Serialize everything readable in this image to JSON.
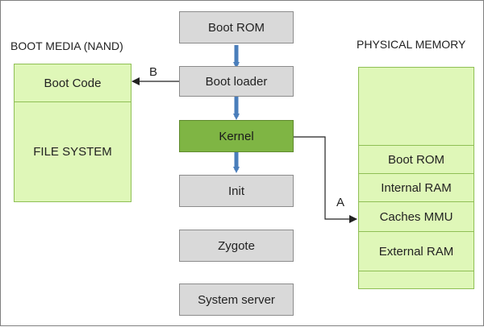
{
  "diagram": {
    "left_title": "BOOT MEDIA (NAND)",
    "right_title": "PHYSICAL MEMORY",
    "sequence": [
      {
        "key": "boot_rom",
        "label": "Boot ROM"
      },
      {
        "key": "boot_loader",
        "label": "Boot loader"
      },
      {
        "key": "kernel",
        "label": "Kernel"
      },
      {
        "key": "init",
        "label": "Init"
      },
      {
        "key": "zygote",
        "label": "Zygote"
      },
      {
        "key": "system_server",
        "label": "System server"
      }
    ],
    "boot_media": {
      "boot_code": "Boot Code",
      "file_system": "FILE SYSTEM"
    },
    "physical_memory": {
      "regions": [
        "Boot ROM",
        "Internal RAM",
        "Caches MMU",
        "External RAM"
      ]
    },
    "arrows": {
      "b_label": "B",
      "a_label": "A"
    },
    "colors": {
      "process_fill": "#d9d9d9",
      "kernel_fill": "#7fb544",
      "memory_fill": "#dff7b8",
      "flow_arrow": "#4a7ebb"
    }
  }
}
